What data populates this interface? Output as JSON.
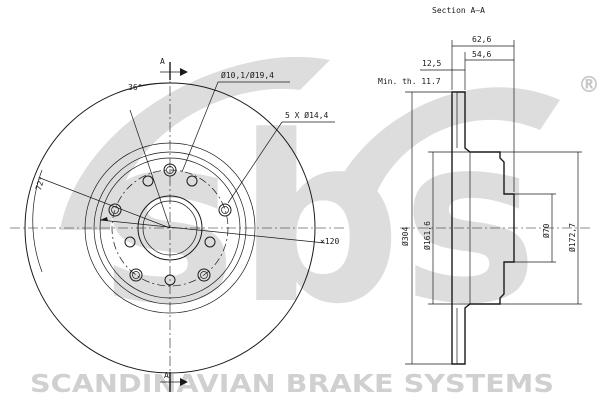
{
  "drawing": {
    "section_title": "Section A–A",
    "section_mark": "A",
    "labels": {
      "angle_36": "36°",
      "angle_72": "72°",
      "center_hole": "Ø10,1/Ø19,4",
      "bolt_holes": "5 X Ø14,4",
      "pcd": "×120"
    },
    "section_dims": {
      "width_total": "62,6",
      "width_hat": "54,6",
      "thickness": "12,5",
      "min_thickness": "Min. th. 11.7",
      "dia_outer": "Ø304",
      "dia_hat_inner": "Ø161,6",
      "dia_center": "Ø70",
      "dia_hat_outer": "Ø172,7"
    },
    "watermark": {
      "logo_text": "sbs",
      "registered": "®",
      "brand_line": "SCANDINAVIAN BRAKE SYSTEMS"
    }
  }
}
